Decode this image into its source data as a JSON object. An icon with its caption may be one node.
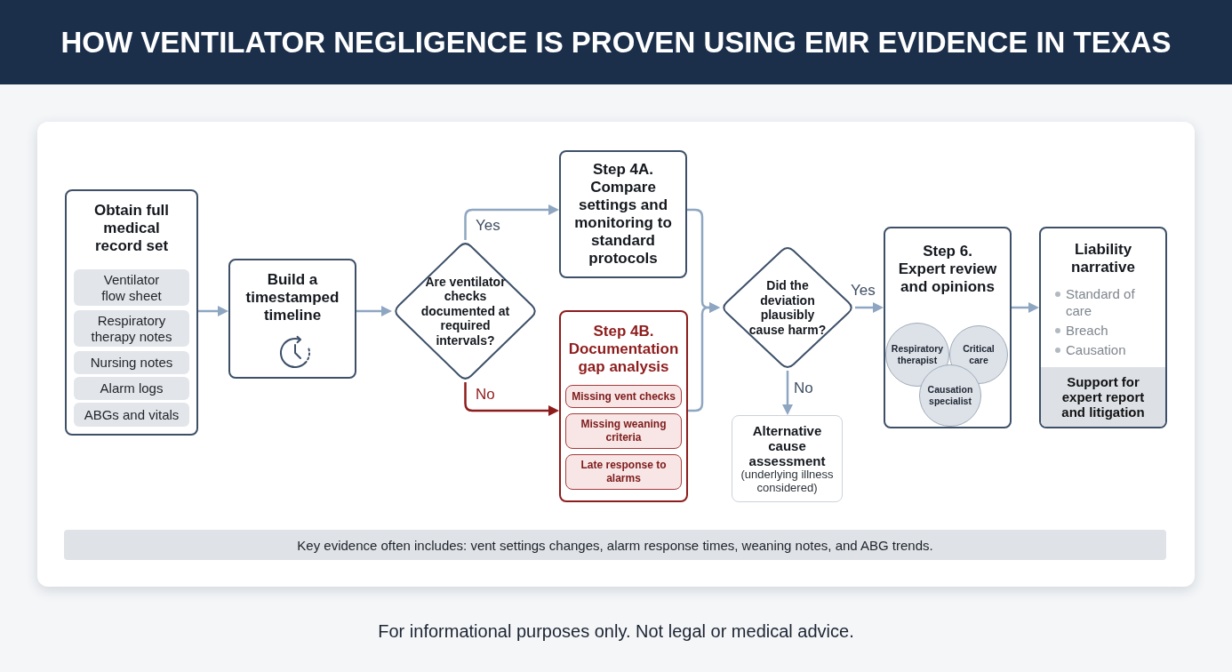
{
  "diagram": {
    "title": "HOW VENTILATOR NEGLIGENCE IS PROVEN USING EMR EVIDENCE IN TEXAS",
    "caption": "For informational purposes only. Not legal or medical advice.",
    "nodes": [
      {
        "text": [
          "Obtain full medical record set"
        ]
      },
      {
        "text": [
          "Ventilator flow sheet"
        ],
        "in": 0
      },
      {
        "text": [
          "Respiratory therapy notes"
        ],
        "in": 0
      },
      {
        "text": [
          "Nursing notes"
        ],
        "in": 0
      },
      {
        "text": [
          "Alarm logs"
        ],
        "in": 0
      },
      {
        "text": [
          "ABGs and vitals"
        ],
        "in": 0
      },
      {
        "text": [
          "Build a timestamped timeline"
        ]
      },
      {
        "text": [
          "Are ventilator checks documented at required intervals?"
        ]
      },
      {
        "text": [
          "Step 4A. Compare settings and monitoring to standard protocols"
        ]
      },
      {
        "text": [
          "Step 4B. Documentation gap analysis"
        ]
      },
      {
        "text": [
          "Missing vent checks"
        ],
        "in": 9
      },
      {
        "text": [
          "Missing weaning criteria"
        ],
        "in": 9
      },
      {
        "text": [
          "Late response to alarms"
        ],
        "in": 9
      },
      {
        "text": [
          "Did the deviation plausibly cause harm?"
        ]
      },
      {
        "text": [
          "Alternative cause assessment",
          "(underlying illness considered)"
        ]
      },
      {
        "text": [
          "Step 6. Expert review and opinions"
        ]
      },
      {
        "text": [
          "Respiratory therapist"
        ],
        "in": 15
      },
      {
        "text": [
          "Critical care"
        ],
        "in": 15
      },
      {
        "text": [
          "Causation specialist"
        ],
        "in": 15
      },
      {
        "text": [
          "Liability narrative",
          "Standard of care",
          "Breach",
          "Causation"
        ]
      },
      {
        "text": [
          "Support for expert report and litigation"
        ],
        "in": 19
      },
      {
        "text": [
          "Key evidence often includes: vent settings changes, alarm response times, weaning notes, and ABG trends."
        ]
      }
    ],
    "edges": [
      {
        "from": 0,
        "to": 6,
        "arrow": "to"
      },
      {
        "from": 6,
        "to": 7,
        "arrow": "to"
      },
      {
        "from": 7,
        "to": 8,
        "arrow": "to",
        "label": "Yes"
      },
      {
        "from": 7,
        "to": 9,
        "arrow": "to",
        "label": "No",
        "color": "#8e1c1c"
      },
      {
        "from": 8,
        "to": 13,
        "arrow": "to"
      },
      {
        "from": 9,
        "to": 13,
        "arrow": "to"
      },
      {
        "from": 13,
        "to": 15,
        "arrow": "to",
        "label": "Yes"
      },
      {
        "from": 13,
        "to": 14,
        "arrow": "to",
        "label": "No"
      },
      {
        "from": 15,
        "to": 19,
        "arrow": "to"
      }
    ]
  }
}
